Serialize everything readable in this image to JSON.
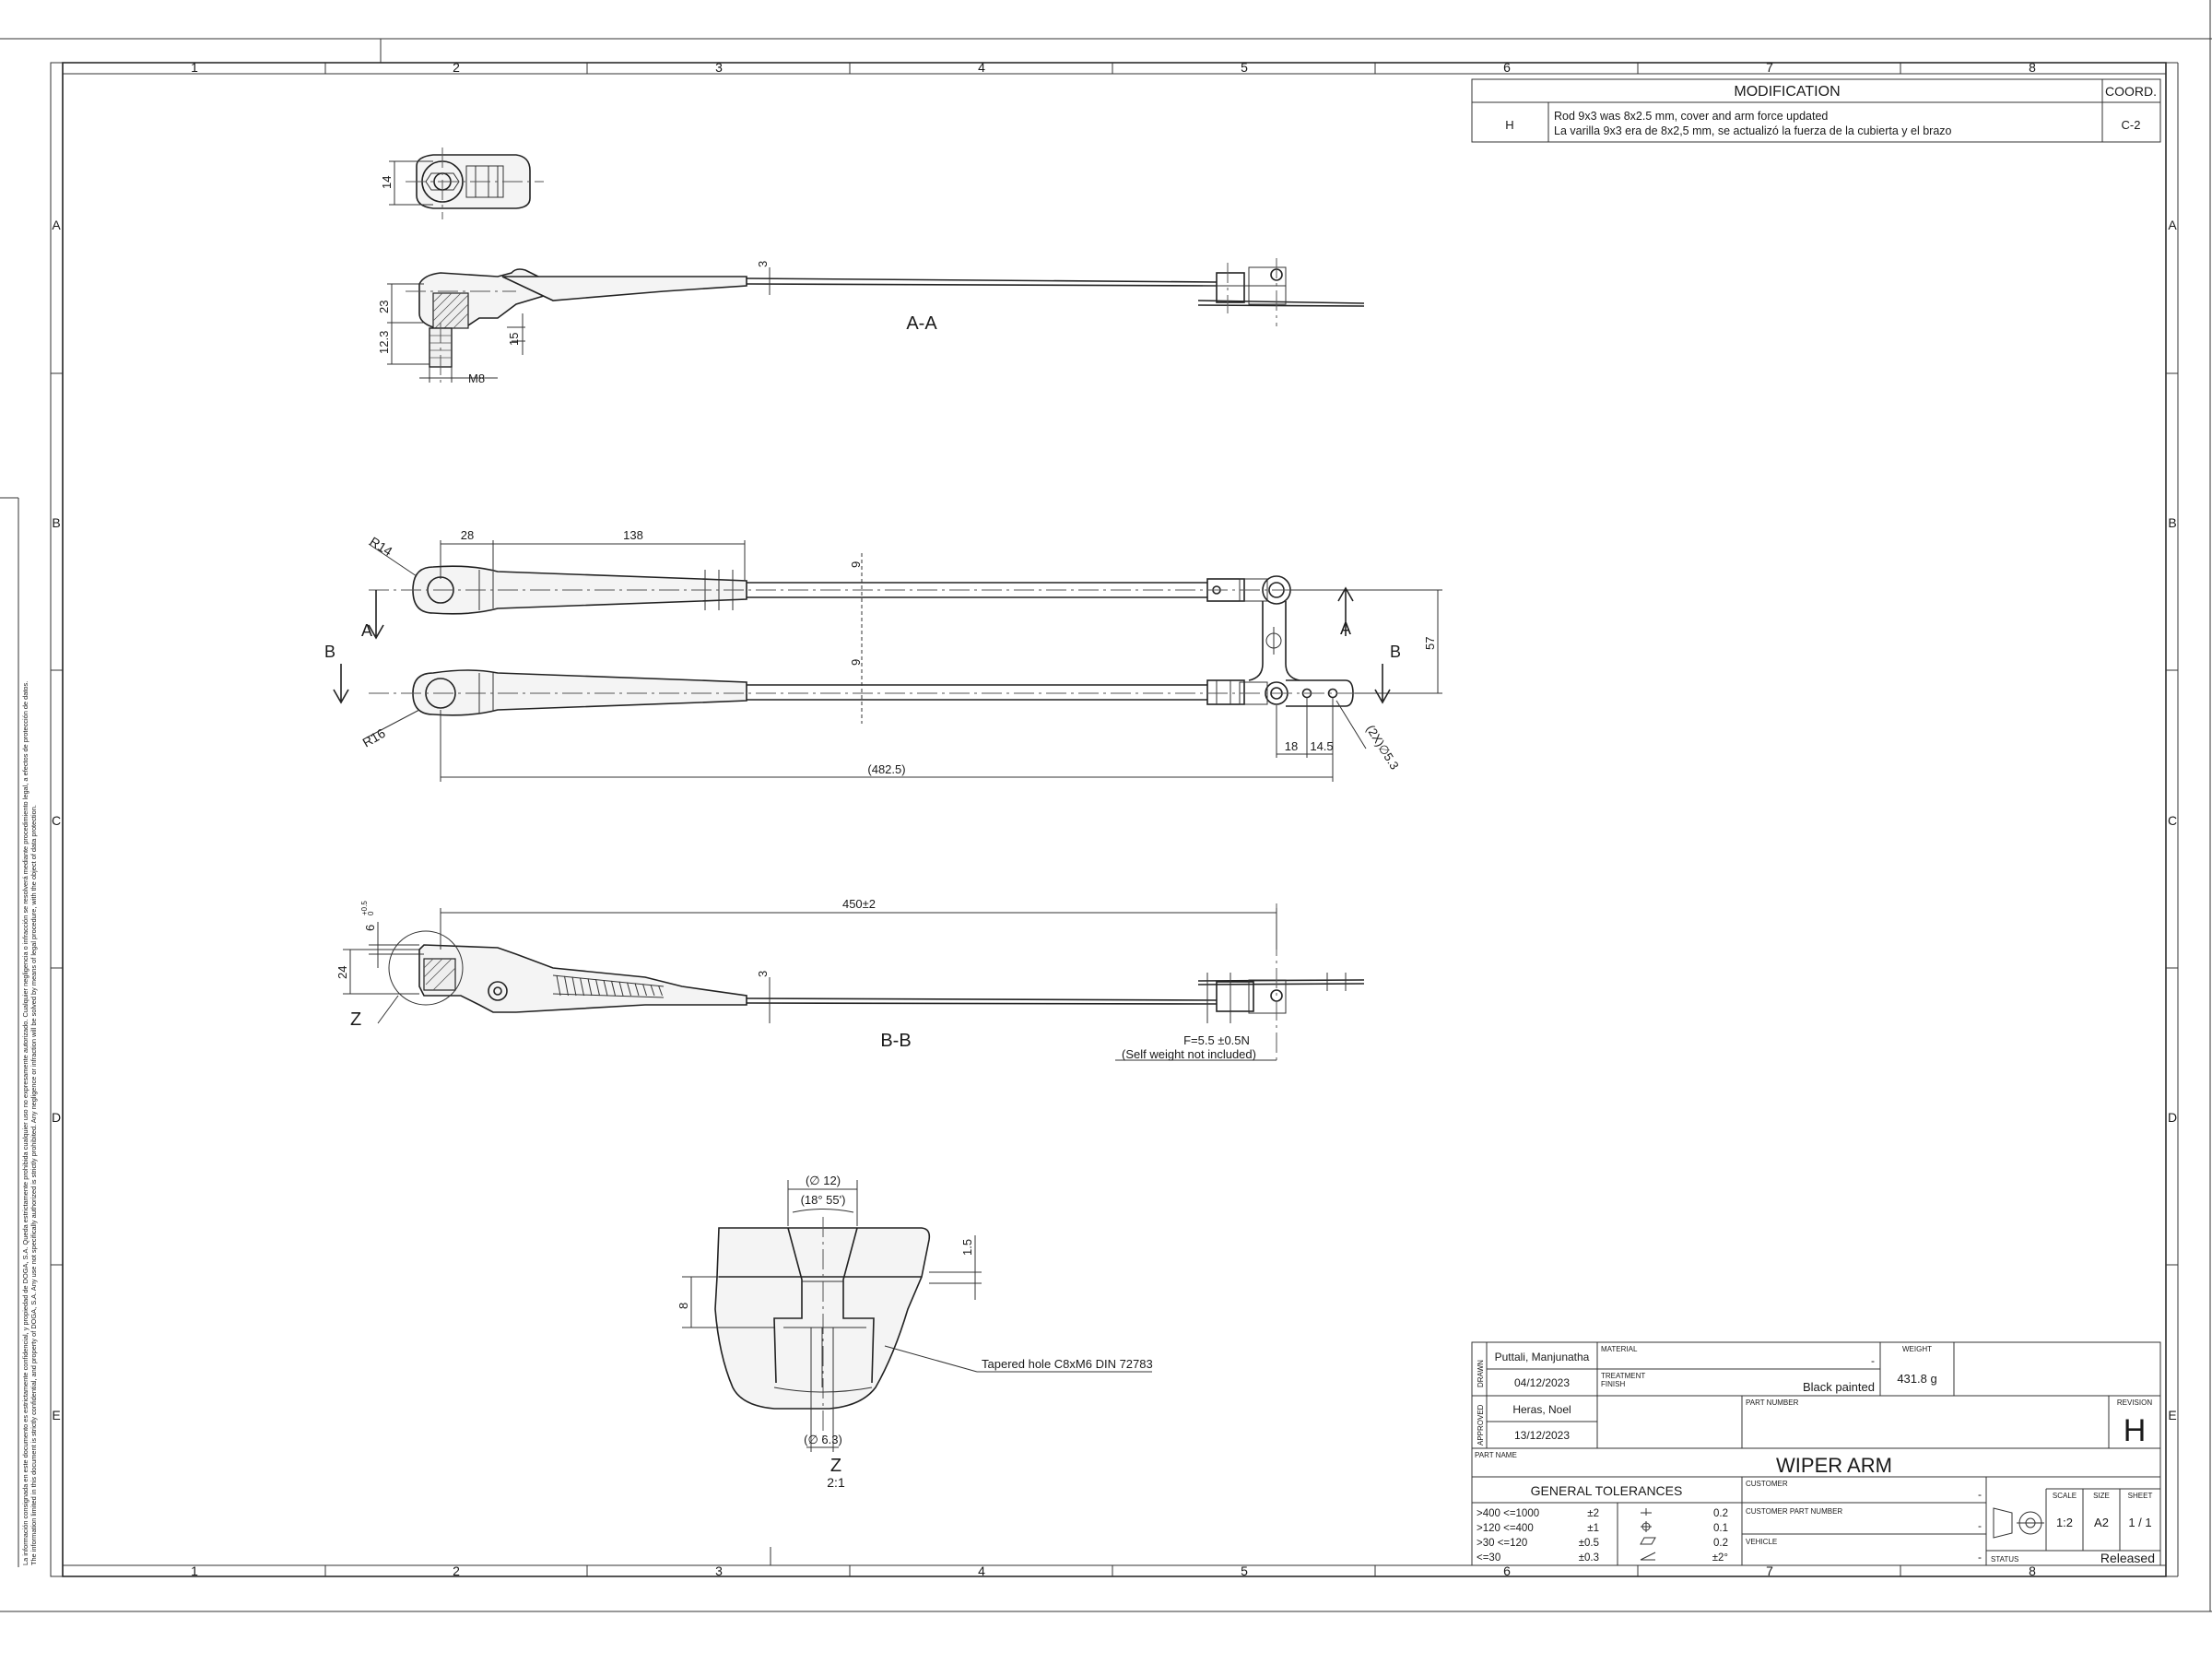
{
  "frame": {
    "columns": [
      "1",
      "2",
      "3",
      "4",
      "5",
      "6",
      "7",
      "8"
    ],
    "rows": [
      "A",
      "B",
      "C",
      "D",
      "E"
    ],
    "confidentiality_es": "La información consignada en este documento es estrictamente confidencial, y propiedad de DOGA, S.A. Queda estrictamente prohibida cualquier uso no expresamente autorizado. Cualquier negligencia o infracción se resolverá mediante procedimiento legal, a efectos de protección de datos.",
    "confidentiality_en": "The information limited in this document is strictly confidential, and property of DOGA, S.A. Any use not specifically authorized is strictly prohibited. Any negligence or infraction will be solved by means of legal procedure, with the object of data protection."
  },
  "modification": {
    "title": "MODIFICATION",
    "coord_header": "COORD.",
    "rev": "H",
    "line_en": "Rod 9x3 was 8x2.5 mm, cover and arm force updated",
    "line_es": "La varilla 9x3 era de 8x2,5 mm, se actualizó la fuerza de la cubierta y el brazo",
    "coord": "C-2"
  },
  "views": {
    "aa": {
      "label": "A-A",
      "dims": {
        "d14": "14",
        "d23": "23",
        "d12_3": "12.3",
        "d15": "15",
        "m8": "M8",
        "d3": "3"
      }
    },
    "top": {
      "dims": {
        "r14": "R14",
        "r16": "R16",
        "d28": "28",
        "d138": "138",
        "d9a": "9",
        "d9b": "9",
        "d57": "57",
        "d18": "18",
        "d14_5": "14.5",
        "holes": "(2X)∅5.3",
        "d482": "(482.5)"
      },
      "markers": {
        "a_left": "A",
        "a_right": "A",
        "b_left": "B",
        "b_right": "B"
      }
    },
    "bb": {
      "label": "B-B",
      "dims": {
        "d450": "450±2",
        "d6": "6",
        "d6_tol": "+0.5",
        "d6_tol0": "0",
        "d24": "24",
        "d3": "3",
        "z": "Z"
      },
      "force": "F=5.5 ±0.5N",
      "force_note": "(Self weight not included)"
    },
    "z": {
      "label": "Z",
      "scale": "2:1",
      "dims": {
        "d12": "(∅ 12)",
        "angle": "(18° 55')",
        "d1_5": "1.5",
        "d8": "8",
        "d6_3": "(∅ 6.3)"
      },
      "note": "Tapered hole C8xM6 DIN 72783"
    }
  },
  "title_block": {
    "drawn_label": "DRAWN",
    "drawn_by": "Puttali, Manjunatha",
    "drawn_date": "04/12/2023",
    "approved_label": "APPROVED",
    "approved_by": "Heras, Noel",
    "approved_date": "13/12/2023",
    "material_label": "MATERIAL",
    "material_value": "-",
    "treatment_label": "TREATMENT",
    "finish_label": "FINISH",
    "finish_value": "Black painted",
    "weight_label": "WEIGHT",
    "weight_value": "431.8 g",
    "part_number_label": "PART NUMBER",
    "revision_label": "REVISION",
    "revision_value": "H",
    "part_name_label": "PART NAME",
    "part_name": "WIPER ARM",
    "general_tolerances": "GENERAL TOLERANCES",
    "tol_rows": [
      {
        "range": ">400 <=1000",
        "tol": "±2",
        "geo": "0.2"
      },
      {
        "range": ">120 <=400",
        "tol": "±1",
        "geo": "0.1"
      },
      {
        "range": ">30 <=120",
        "tol": "±0.5",
        "geo": "0.2"
      },
      {
        "range": "<=30",
        "tol": "±0.3",
        "geo": "±2°"
      }
    ],
    "customer_label": "CUSTOMER",
    "customer_value": "-",
    "customer_pn_label": "CUSTOMER PART NUMBER",
    "customer_pn_value": "-",
    "vehicle_label": "VEHICLE",
    "vehicle_value": "-",
    "scale_label": "SCALE",
    "scale_value": "1:2",
    "size_label": "SIZE",
    "size_value": "A2",
    "sheet_label": "SHEET",
    "sheet_value": "1 / 1",
    "status_label": "STATUS",
    "status_value": "Released"
  }
}
